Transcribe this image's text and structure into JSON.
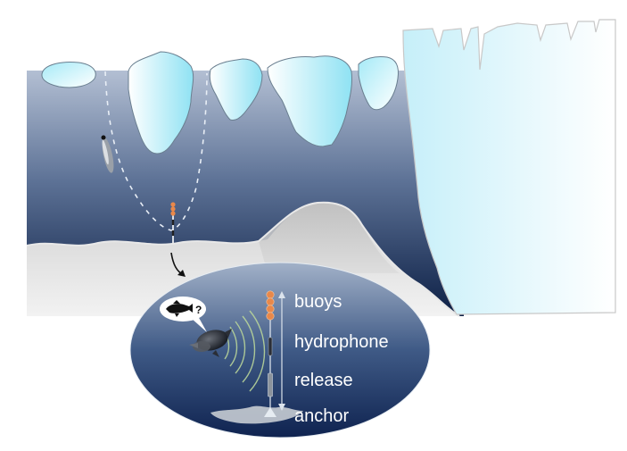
{
  "diagram": {
    "type": "underwater acoustic mooring schematic",
    "labels": {
      "buoys": "buoys",
      "hydrophone": "hydrophone",
      "release": "release",
      "anchor": "anchor"
    },
    "speech_bubble": {
      "text": "?"
    },
    "elements": [
      "ocean water column",
      "sea ice floes",
      "ice shelf",
      "seafloor",
      "diving seal",
      "mooring",
      "inset ellipse",
      "vocalizing seal",
      "sound waves"
    ]
  },
  "colors": {
    "water_top": "#a9b6cc",
    "water_bottom": "#0c1f45",
    "ice": "#a8ecf7",
    "ice_shelf": "#d4f3fb",
    "seafloor": "#c8c8c8",
    "buoy": "#e9884a",
    "sound_waves": "#b8d49a",
    "label_text": "#ffffff"
  }
}
